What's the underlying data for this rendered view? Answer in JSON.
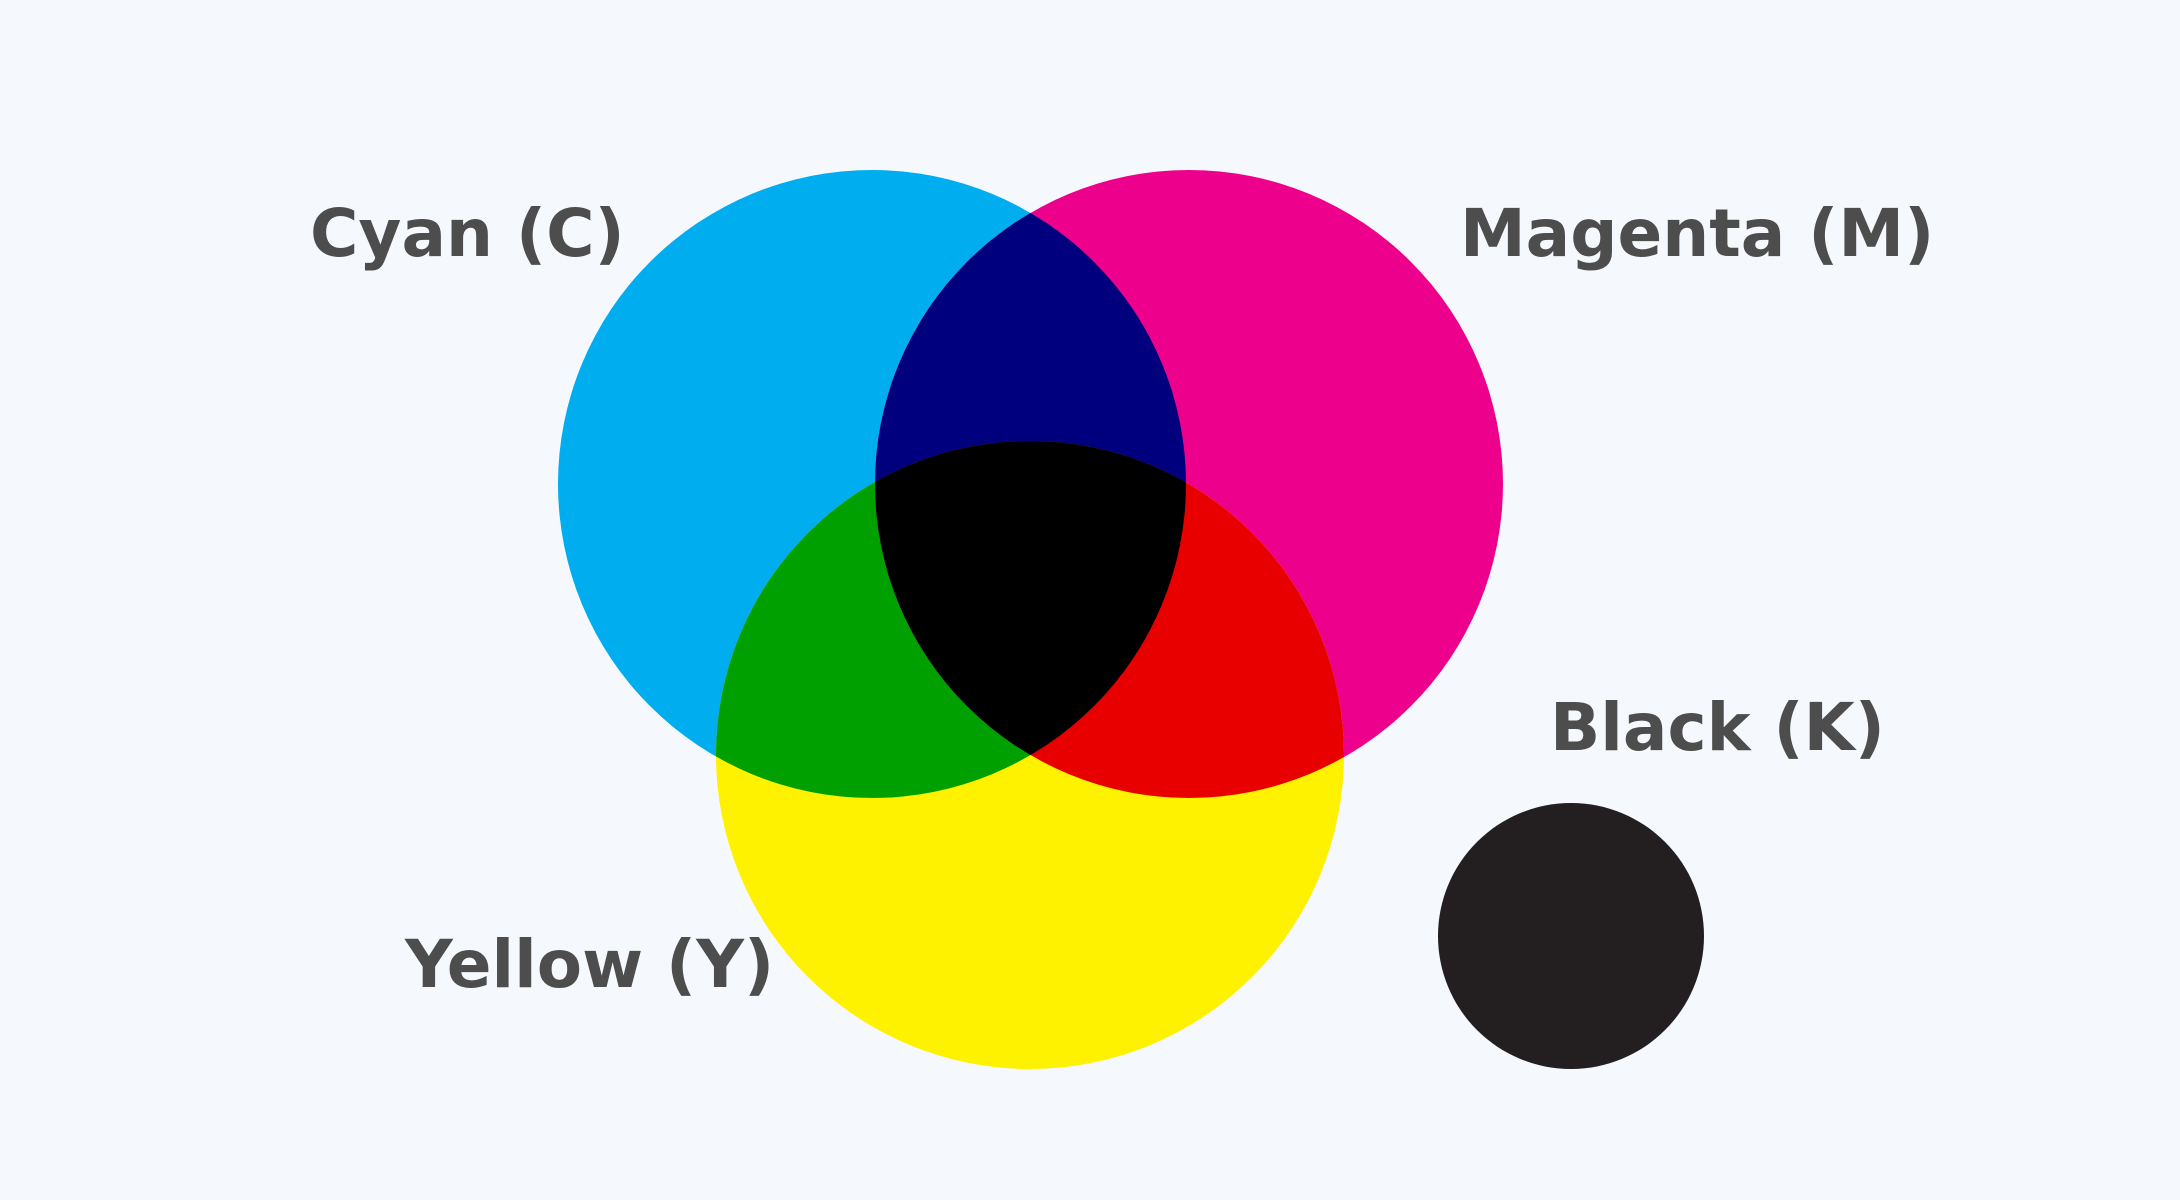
{
  "labels": {
    "cyan": "Cyan (C)",
    "magenta": "Magenta (M)",
    "yellow": "Yellow (Y)",
    "black": "Black (K)"
  },
  "colors": {
    "background": "#f5f9fd",
    "text": "#4d4d4d",
    "cyan": "#00aeef",
    "magenta": "#ec008c",
    "yellow": "#fff200",
    "cyan_magenta": "#00007f",
    "cyan_yellow": "#00a000",
    "magenta_yellow": "#e80000",
    "cyan_magenta_yellow": "#000000",
    "black": "#231f20"
  }
}
